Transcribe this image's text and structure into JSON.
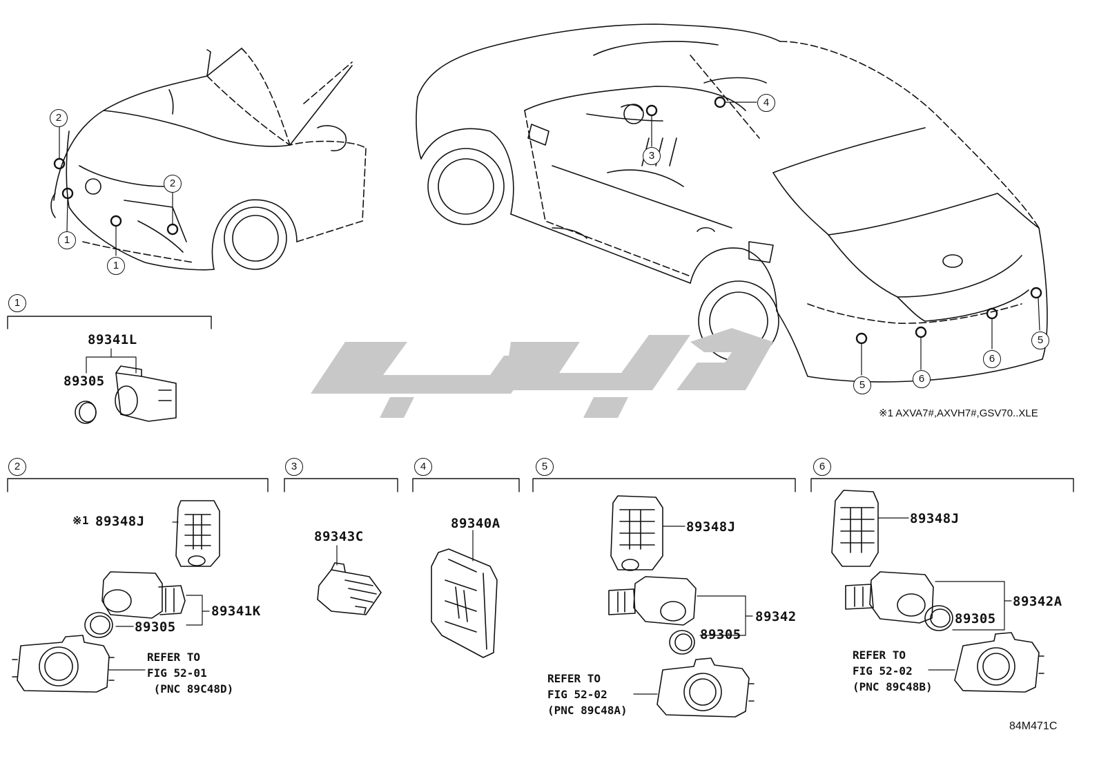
{
  "callouts": {
    "c1": "1",
    "c2": "2",
    "c3": "3",
    "c4": "4",
    "c5": "5",
    "c6": "6"
  },
  "group1": {
    "parent": "89341L",
    "child": "89305"
  },
  "group2": {
    "p1_prefix": "※1",
    "p1": "89348J",
    "p2": "89341K",
    "p3": "89305",
    "refer": "REFER TO\nFIG 52-01\n (PNC 89C48D)"
  },
  "group3": {
    "p1": "89343C"
  },
  "group4": {
    "p1": "89340A"
  },
  "group5": {
    "p1": "89348J",
    "p2": "89342",
    "p3": "89305",
    "refer": "REFER TO\nFIG 52-02\n(PNC 89C48A)"
  },
  "group6": {
    "p1": "89348J",
    "p2": "89342A",
    "p3": "89305",
    "refer": "REFER TO\nFIG 52-02\n(PNC 89C48B)"
  },
  "footnote": "※1 AXVA7#,AXVH7#,GSV70..XLE",
  "figure_code": "84M471C",
  "colors": {
    "line": "#111111",
    "watermark": "#c8c8c8"
  }
}
